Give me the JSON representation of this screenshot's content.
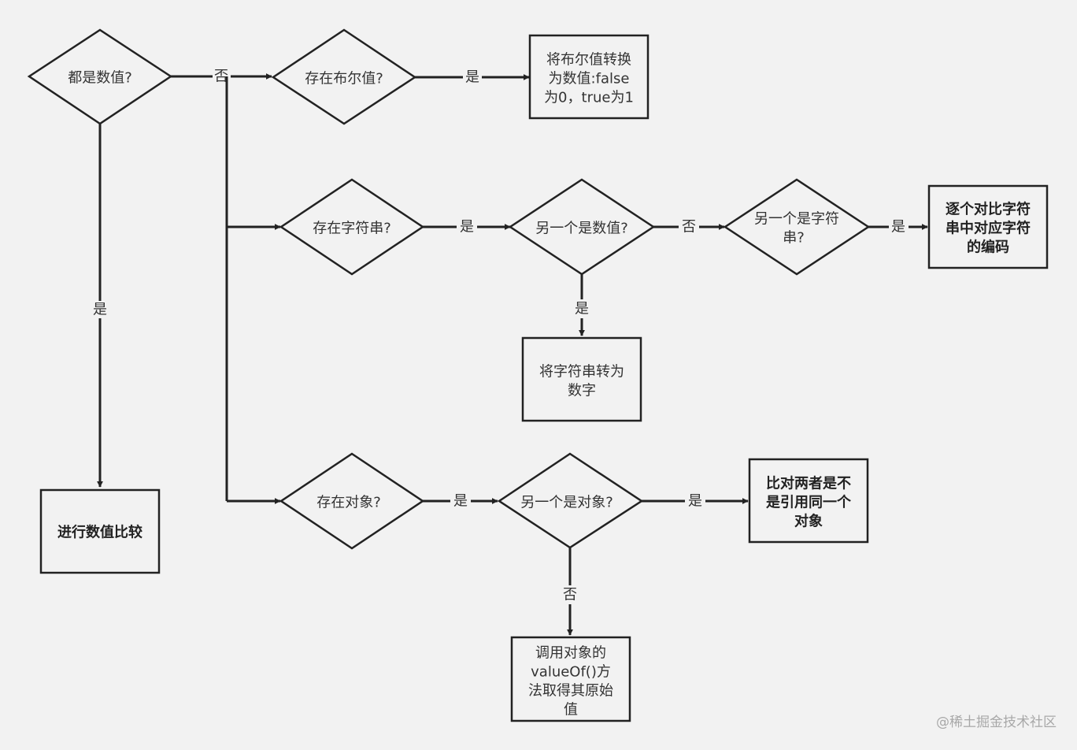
{
  "decisions": {
    "all_numbers": "都是数值?",
    "has_boolean": "存在布尔值?",
    "has_string": "存在字符串?",
    "other_is_number": "另一个是数值?",
    "other_is_string": [
      "另一个是字符",
      "串?"
    ],
    "has_object": "存在对象?",
    "other_is_object": "另一个是对象?"
  },
  "processes": {
    "bool_to_number": [
      "将布尔值转换",
      "为数值:false",
      "为0，true为1"
    ],
    "compare_char_codes": [
      "逐个对比字符",
      "串中对应字符",
      "的编码"
    ],
    "string_to_number": [
      "将字符串转为",
      "数字"
    ],
    "compare_numbers": "进行数值比较",
    "compare_references": [
      "比对两者是不",
      "是引用同一个",
      "对象"
    ],
    "call_value_of": [
      "调用对象的",
      "valueOf()方",
      "法取得其原始",
      "值"
    ]
  },
  "edge_labels": {
    "yes": "是",
    "no": "否"
  },
  "watermark": "@稀土掘金技术社区"
}
